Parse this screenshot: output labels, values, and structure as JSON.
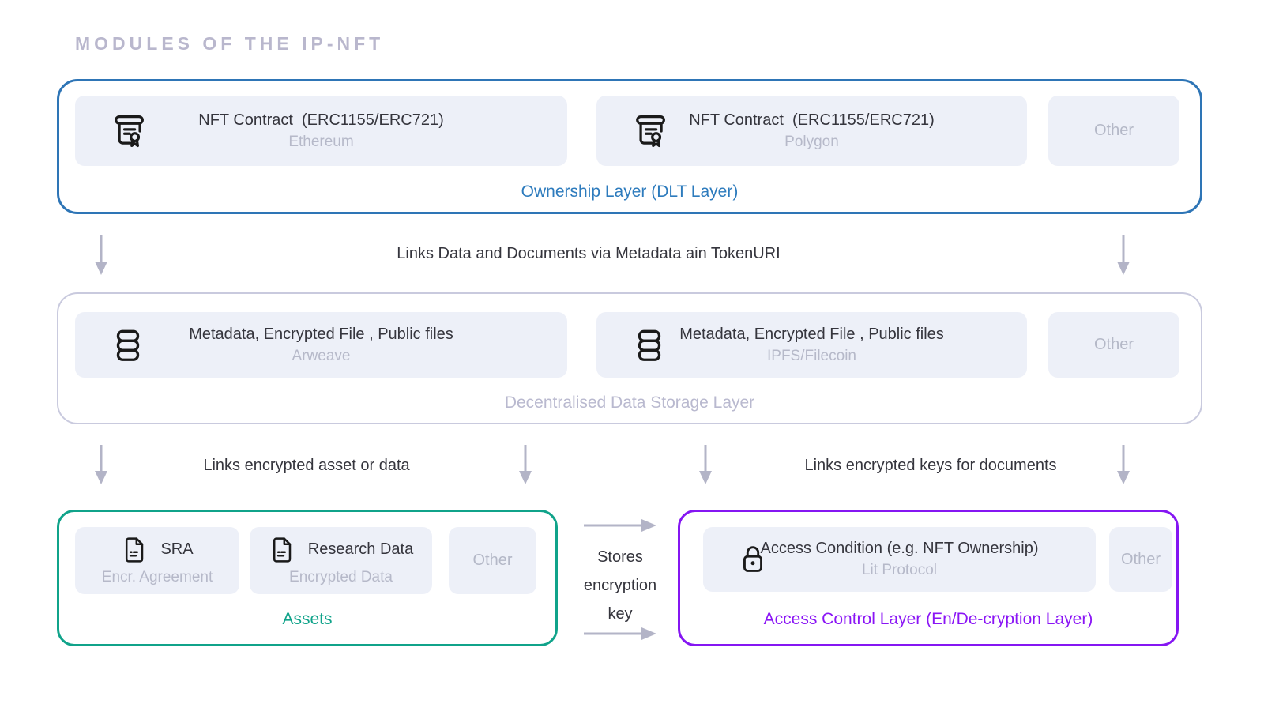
{
  "title": "MODULES OF THE IP-NFT",
  "colors": {
    "ownership_border": "#2e75b6",
    "ownership_label": "#2d7bbd",
    "storage_border": "#c9cade",
    "storage_label": "#b9b9cf",
    "assets_border": "#10a38a",
    "assets_label": "#10a38a",
    "access_border": "#8516f2",
    "access_label": "#8a15f5",
    "card_background": "#edf0f8",
    "muted_text": "#b6b9c9",
    "dark_text": "#35353d",
    "arrow": "#b3b4c7"
  },
  "ownership_layer": {
    "label": "Ownership Layer (DLT Layer)",
    "cards": [
      {
        "icon": "contract-icon",
        "title": "NFT Contract  (ERC1155/ERC721)",
        "subtitle": "Ethereum"
      },
      {
        "icon": "contract-icon",
        "title": "NFT Contract  (ERC1155/ERC721)",
        "subtitle": "Polygon"
      },
      {
        "label": "Other"
      }
    ]
  },
  "storage_layer": {
    "label": "Decentralised Data Storage Layer",
    "cards": [
      {
        "icon": "database-icon",
        "title": "Metadata, Encrypted File , Public files",
        "subtitle": "Arweave"
      },
      {
        "icon": "database-icon",
        "title": "Metadata, Encrypted File , Public files",
        "subtitle": "IPFS/Filecoin"
      },
      {
        "label": "Other"
      }
    ]
  },
  "assets_layer": {
    "label": "Assets",
    "cards": [
      {
        "icon": "document-icon",
        "title": "SRA",
        "subtitle": "Encr. Agreement"
      },
      {
        "icon": "document-icon",
        "title": "Research Data",
        "subtitle": "Encrypted Data"
      },
      {
        "label": "Other"
      }
    ]
  },
  "access_layer": {
    "label": "Access Control Layer (En/De-cryption Layer)",
    "cards": [
      {
        "icon": "lock-icon",
        "title": "Access Condition (e.g. NFT Ownership)",
        "subtitle": "Lit Protocol"
      },
      {
        "label": "Other"
      }
    ]
  },
  "connectors": {
    "metadata_link": "Links Data and Documents via Metadata ain TokenURI",
    "asset_link": "Links encrypted asset or data",
    "keys_link": "Links encrypted keys for documents",
    "stores_lines": [
      "Stores",
      "encryption",
      "key"
    ]
  }
}
